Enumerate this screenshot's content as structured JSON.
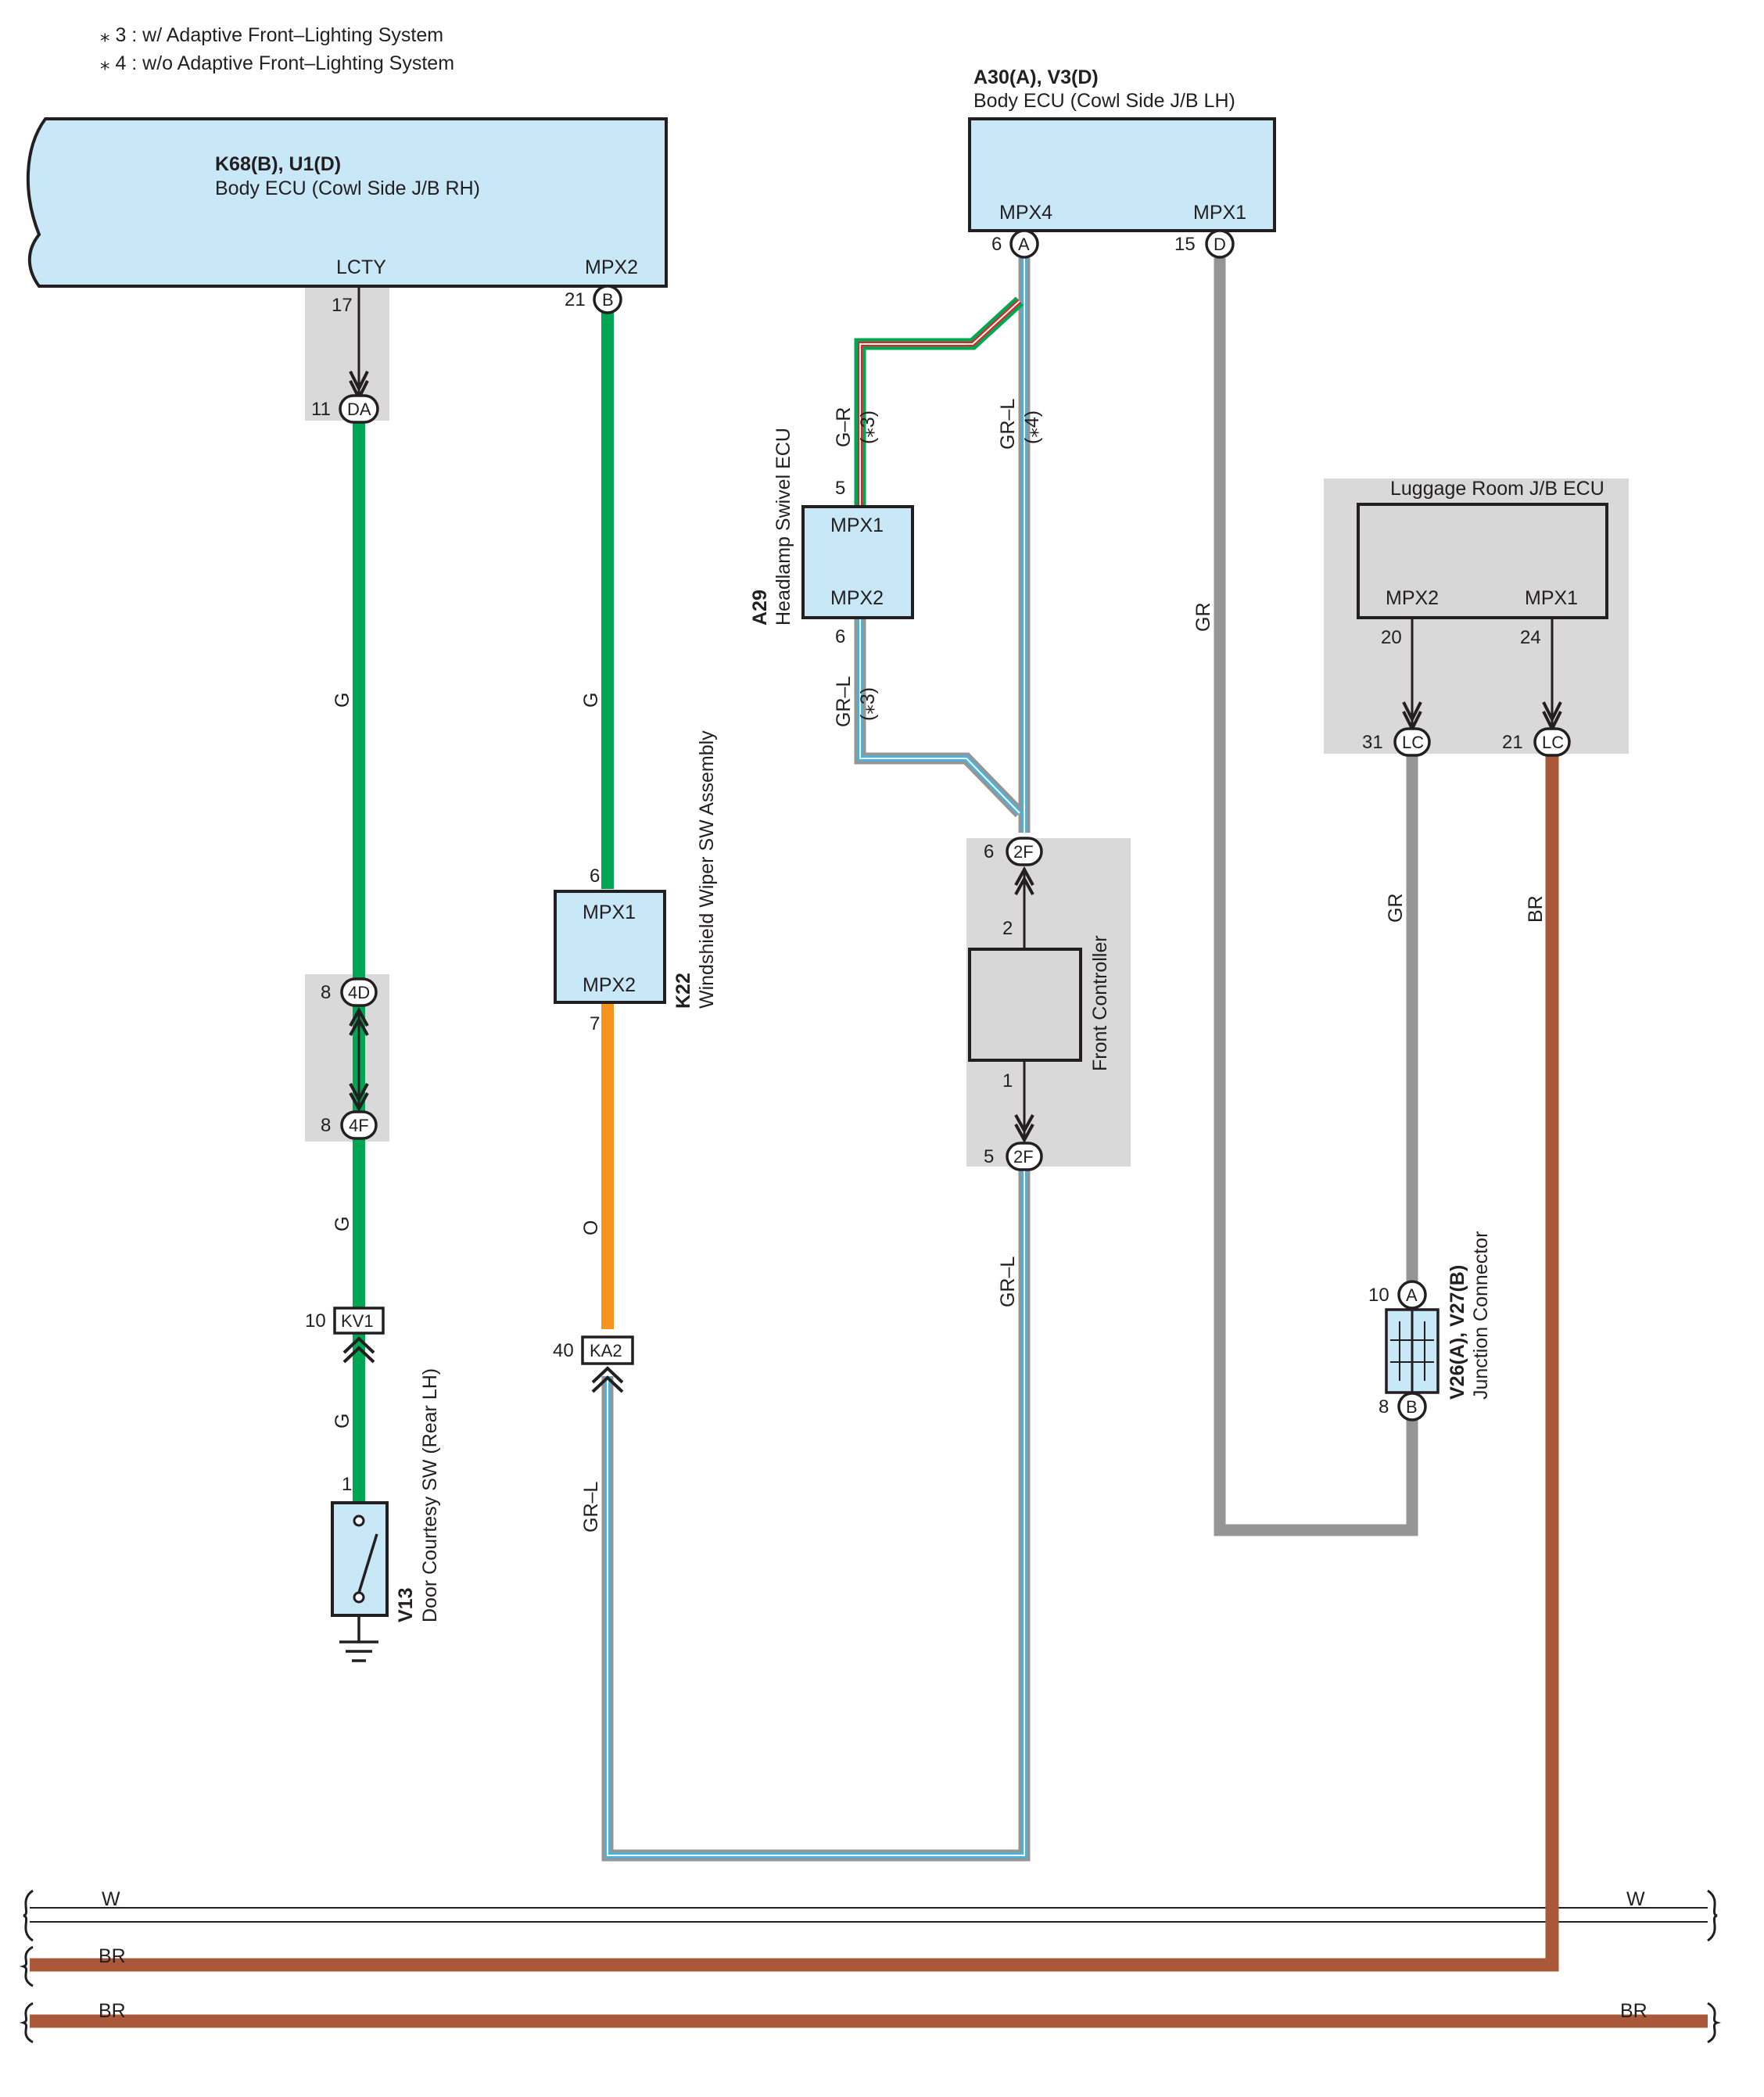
{
  "notes": {
    "note3": "⁎ 3 : w/ Adaptive Front–Lighting System",
    "note4": "⁎ 4 : w/o Adaptive Front–Lighting System"
  },
  "colors": {
    "G": "#00a651",
    "O": "#f7941d",
    "GR": "#959595",
    "BR": "#a9583a",
    "L": "#41b6e6",
    "R": "#ed1c24",
    "W": "#ffffff",
    "component_fill": "#c8e8f8",
    "shade": "#d9d9d9"
  },
  "ecu_rh": {
    "code": "K68(B), U1(D)",
    "name": "Body ECU (Cowl Side J/B RH)",
    "term_lcty": "LCTY",
    "term_mpx2": "MPX2",
    "pin_17": "17",
    "pin_21": "21",
    "conn_b": "B"
  },
  "ecu_lh": {
    "code": "A30(A), V3(D)",
    "name": "Body ECU (Cowl Side J/B LH)",
    "term_mpx4": "MPX4",
    "term_mpx1": "MPX1",
    "pin_6": "6",
    "pin_15": "15",
    "conn_a": "A",
    "conn_d": "D"
  },
  "luggage": {
    "name": "Luggage Room J/B ECU",
    "term_mpx2": "MPX2",
    "term_mpx1": "MPX1",
    "pin_20": "20",
    "pin_24": "24",
    "pin_31": "31",
    "pin_21": "21",
    "conn": "LC"
  },
  "headlamp": {
    "code": "A29",
    "name": "Headlamp Swivel ECU",
    "term1": "MPX1",
    "term2": "MPX2",
    "pin_5": "5",
    "pin_6": "6"
  },
  "wiper": {
    "code": "K22",
    "name": "Windshield Wiper SW Assembly",
    "term1": "MPX1",
    "term2": "MPX2",
    "pin_6": "6",
    "pin_7": "7"
  },
  "front_ctrl": {
    "name": "Front Controller",
    "pin_2": "2",
    "pin_1": "1",
    "conn": "2F",
    "pin_6": "6",
    "pin_5": "5"
  },
  "courtesy": {
    "code": "V13",
    "name": "Door Courtesy SW (Rear LH)",
    "pin_1": "1"
  },
  "jconn": {
    "code": "V26(A), V27(B)",
    "name": "Junction Connector",
    "pin_10": "10",
    "pin_8": "8",
    "conn_a": "A",
    "conn_b": "B"
  },
  "connectors": {
    "da": {
      "label": "DA",
      "pin": "11"
    },
    "d4d": {
      "label": "4D",
      "pin": "8"
    },
    "d4f": {
      "label": "4F",
      "pin": "8"
    },
    "kv1": {
      "label": "KV1",
      "pin": "10"
    },
    "ka2": {
      "label": "KA2",
      "pin": "40"
    }
  },
  "wires": {
    "g": "G",
    "gr_r": "G–R",
    "gr_l": "GR–L",
    "o": "O",
    "gr": "GR",
    "br": "BR",
    "w": "W",
    "n3": "(⁎3)",
    "n4": "(⁎4)"
  }
}
